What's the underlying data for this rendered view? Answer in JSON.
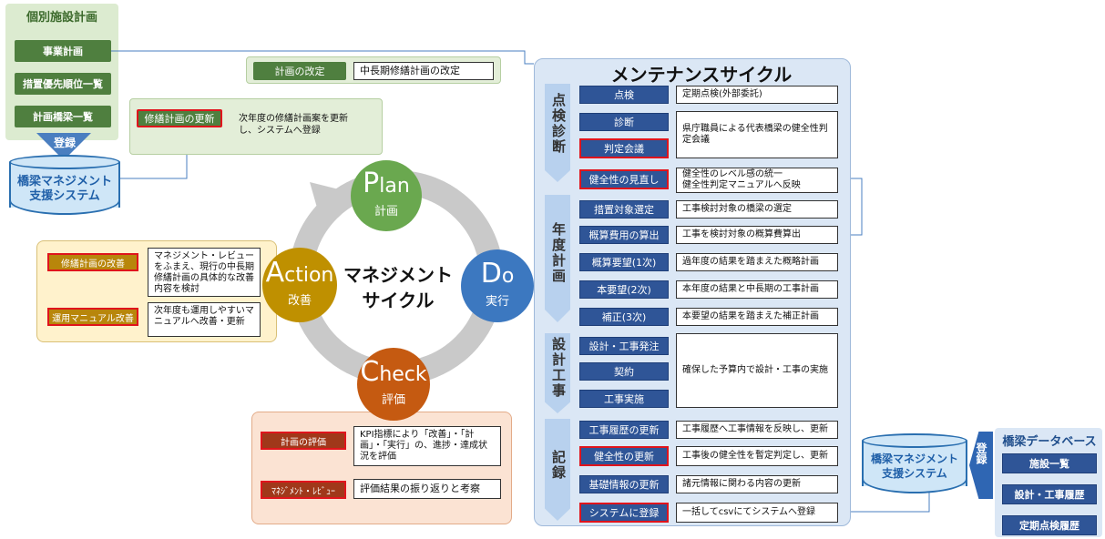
{
  "left_panel": {
    "title": "個別施設計画",
    "items": [
      "事業計画",
      "措置優先順位一覧",
      "計画橋梁一覧"
    ],
    "register_label": "登録",
    "system_name_line1": "橋梁マネジメント",
    "system_name_line2": "支援システム"
  },
  "plan_box": {
    "label": "計画の改定",
    "text": "中長期修繕計画の改定"
  },
  "plan_update": {
    "label": "修繕計画の更新",
    "text": "次年度の修繕計画案を更新し、システムへ登録"
  },
  "action_panel": {
    "items": [
      {
        "label": "修繕計画の改善",
        "text": "マネジメント・レビューをふまえ、現行の中長期修繕計画の具体的な改善内容を検討"
      },
      {
        "label": "運用マニュアル改善",
        "text": "次年度も運用しやすいマニュアルへ改善・更新"
      }
    ]
  },
  "check_panel": {
    "items": [
      {
        "label": "計画の評価",
        "text": "KPI指標により「改善」・「計画」・「実行」の、進捗・達成状況を評価"
      },
      {
        "label": "ﾏﾈｼﾞﾒﾝﾄ・ﾚﾋﾞｭｰ",
        "text": "評価結果の振り返りと考察"
      }
    ]
  },
  "cycle": {
    "center_line1": "マネジメント",
    "center_line2": "サイクル",
    "plan": {
      "cap": "P",
      "rest": "lan",
      "sub": "計画"
    },
    "do": {
      "cap": "D",
      "rest": "o",
      "sub": "実行"
    },
    "check": {
      "cap": "C",
      "rest": "heck",
      "sub": "評価"
    },
    "action": {
      "cap": "A",
      "rest": "ction",
      "sub": "改善"
    }
  },
  "maintenance": {
    "title": "メンテナンスサイクル",
    "sections": [
      {
        "label": "点検診断"
      },
      {
        "label": "年度計画"
      },
      {
        "label": "設計工事"
      },
      {
        "label": "記録"
      }
    ],
    "rows": [
      {
        "label": "点検",
        "text": "定期点検(外部委託)"
      },
      {
        "label": "診断",
        "text": "県庁職員による代表橋梁の健全性判定会議"
      },
      {
        "label": "判定会議",
        "text": ""
      },
      {
        "label": "健全性の見直し",
        "text": "健全性のレベル感の統一\n健全性判定マニュアルへ反映"
      },
      {
        "label": "措置対象選定",
        "text": "工事検討対象の橋梁の選定"
      },
      {
        "label": "概算費用の算出",
        "text": "工事を検討対象の概算費算出"
      },
      {
        "label": "概算要望(1次)",
        "text": "過年度の結果を踏まえた概略計画"
      },
      {
        "label": "本要望(2次)",
        "text": "本年度の結果と中長期の工事計画"
      },
      {
        "label": "補正(3次)",
        "text": "本要望の結果を踏まえた補正計画"
      },
      {
        "label": "設計・工事発注",
        "text": ""
      },
      {
        "label": "契約",
        "text": "確保した予算内で設計・工事の実施"
      },
      {
        "label": "工事実施",
        "text": ""
      },
      {
        "label": "工事履歴の更新",
        "text": "工事履歴へ工事情報を反映し、更新"
      },
      {
        "label": "健全性の更新",
        "text": "工事後の健全性を暫定判定し、更新"
      },
      {
        "label": "基礎情報の更新",
        "text": "諸元情報に関わる内容の更新"
      },
      {
        "label": "システムに登録",
        "text": "一括してcsvにてシステムへ登録"
      }
    ]
  },
  "right_system": {
    "line1": "橋梁マネジメント",
    "line2": "支援システム",
    "register_label": "登録"
  },
  "database": {
    "title": "橋梁データベース",
    "items": [
      "施設一覧",
      "設計・工事履歴",
      "定期点検履歴"
    ]
  }
}
